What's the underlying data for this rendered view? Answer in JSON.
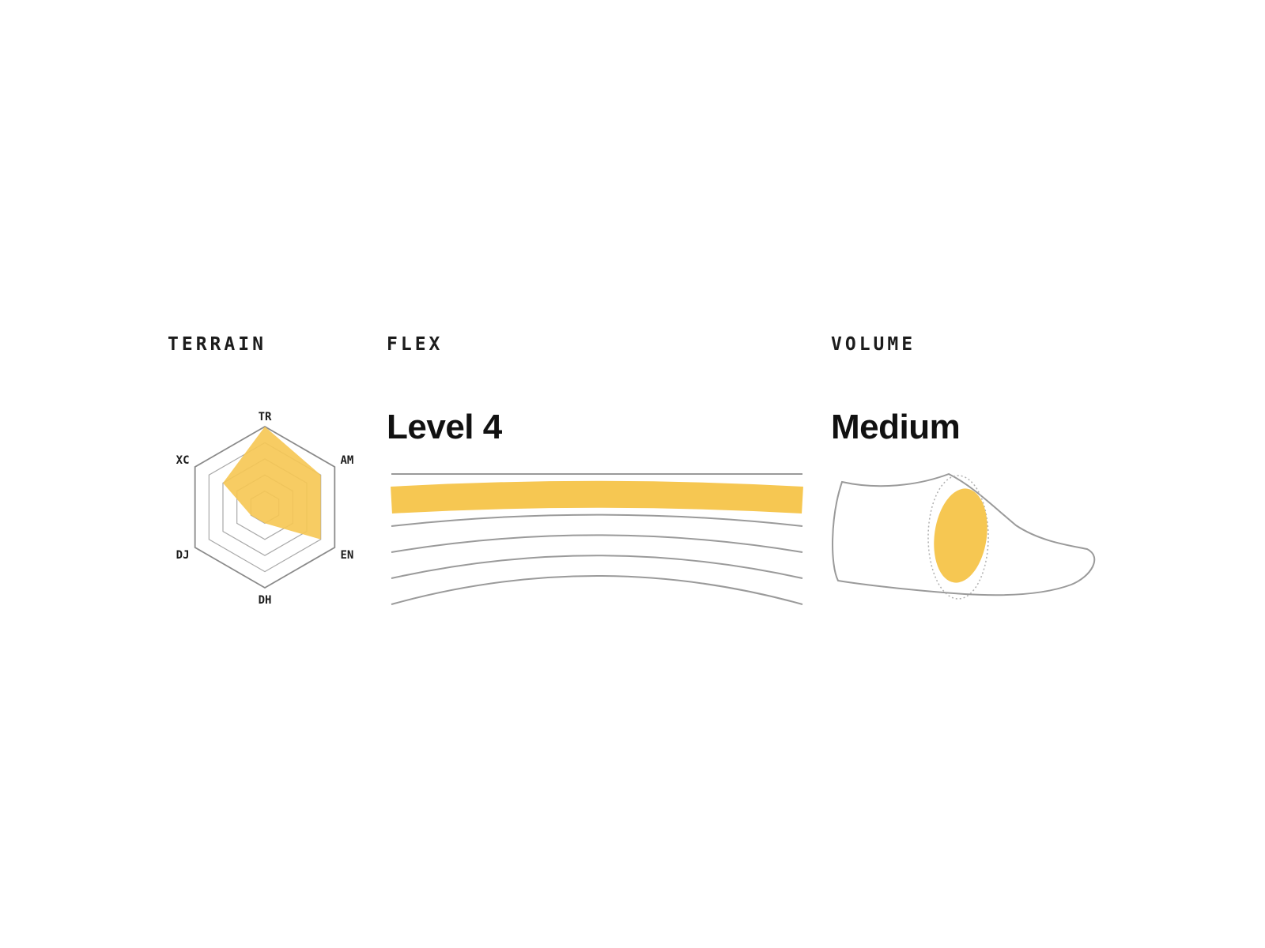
{
  "colors": {
    "accent": "#f6c752",
    "line": "#9a9a9a",
    "text": "#1c1c1c"
  },
  "terrain": {
    "label": "TERRAIN"
  },
  "flex": {
    "label": "FLEX",
    "value": "Level 4"
  },
  "volume": {
    "label": "VOLUME",
    "value": "Medium"
  },
  "chart_data": [
    {
      "type": "radar",
      "title": "TERRAIN",
      "categories": [
        "TR",
        "AM",
        "EN",
        "DH",
        "DJ",
        "XC"
      ],
      "scale_levels": 5,
      "max": 5,
      "values": [
        5,
        4,
        4,
        1,
        1,
        3
      ]
    },
    {
      "type": "level",
      "title": "FLEX",
      "value_label": "Level 4",
      "level": 4,
      "levels": 5
    },
    {
      "type": "level",
      "title": "VOLUME",
      "value_label": "Medium",
      "level": 2,
      "levels": 3
    }
  ]
}
